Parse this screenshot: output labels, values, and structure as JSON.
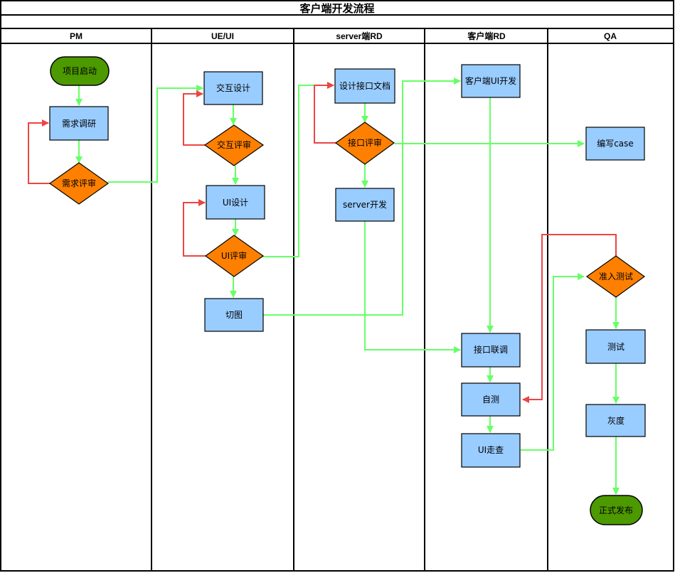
{
  "title": "客户端开发流程",
  "lanes": [
    {
      "id": "pm",
      "label": "PM"
    },
    {
      "id": "ue",
      "label": "UE/UI"
    },
    {
      "id": "server",
      "label": "server端RD"
    },
    {
      "id": "client",
      "label": "客户端RD"
    },
    {
      "id": "qa",
      "label": "QA"
    }
  ],
  "nodes": {
    "start": "项目启动",
    "req_research": "需求调研",
    "req_review": "需求评审",
    "interaction_design": "交互设计",
    "interaction_review": "交互评审",
    "ui_design": "UI设计",
    "ui_review": "UI评审",
    "cut_images": "切图",
    "api_doc": "设计接口文档",
    "api_review": "接口评审",
    "server_dev": "server开发",
    "client_ui_dev": "客户端UI开发",
    "integration": "接口联调",
    "self_test": "自测",
    "ui_walkthrough": "UI走查",
    "write_case": "编写case",
    "admission_test": "准入测试",
    "testing": "测试",
    "gray_release": "灰度",
    "release": "正式发布"
  },
  "colors": {
    "process_fill": "#99ccff",
    "decision_fill": "#ff8000",
    "terminal_fill": "#4d9900",
    "green_arrow": "#66ff66",
    "red_arrow": "#ee4444",
    "border": "#000000"
  }
}
